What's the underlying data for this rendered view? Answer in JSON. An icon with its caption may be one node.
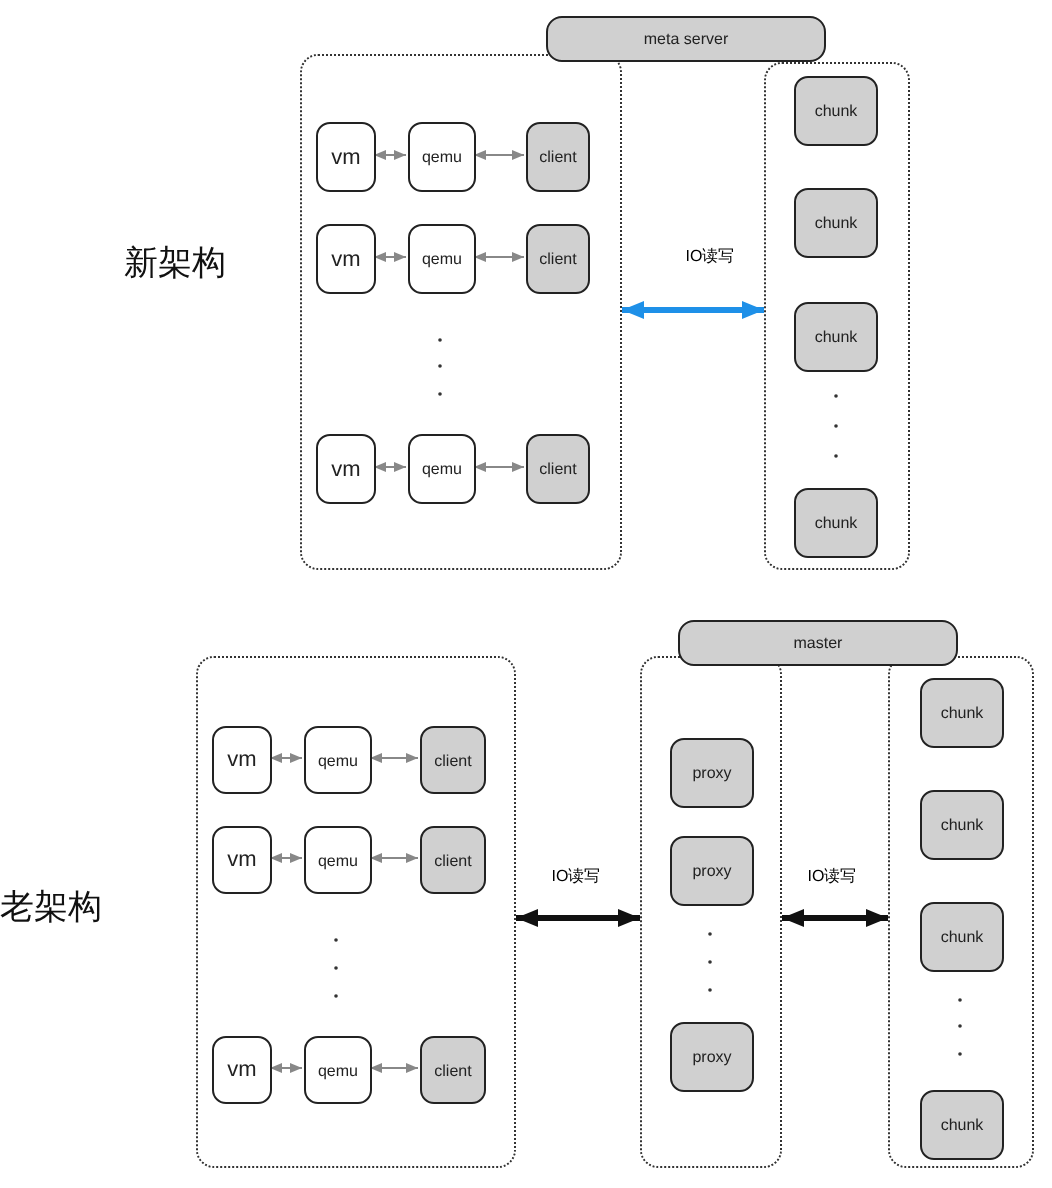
{
  "diagram": {
    "nodes": [
      {
        "text": [
          "meta server"
        ]
      },
      {
        "text": [],
        "shape": "box"
      },
      {
        "text": [
          "vm"
        ],
        "in": 1
      },
      {
        "text": [
          "qemu"
        ],
        "in": 1
      },
      {
        "text": [
          "client"
        ],
        "in": 1
      },
      {
        "text": [
          "vm"
        ],
        "in": 1
      },
      {
        "text": [
          "qemu"
        ],
        "in": 1
      },
      {
        "text": [
          "client"
        ],
        "in": 1
      },
      {
        "text": [
          "vm"
        ],
        "in": 1
      },
      {
        "text": [
          "qemu"
        ],
        "in": 1
      },
      {
        "text": [
          "client"
        ],
        "in": 1
      },
      {
        "text": [],
        "shape": "box"
      },
      {
        "text": [
          "chunk"
        ],
        "in": 11
      },
      {
        "text": [
          "chunk"
        ],
        "in": 11
      },
      {
        "text": [
          "chunk"
        ],
        "in": 11
      },
      {
        "text": [
          "chunk"
        ],
        "in": 11
      },
      {
        "text": [
          "master"
        ]
      },
      {
        "text": [],
        "shape": "box"
      },
      {
        "text": [
          "vm"
        ],
        "in": 17
      },
      {
        "text": [
          "qemu"
        ],
        "in": 17
      },
      {
        "text": [
          "client"
        ],
        "in": 17
      },
      {
        "text": [
          "vm"
        ],
        "in": 17
      },
      {
        "text": [
          "qemu"
        ],
        "in": 17
      },
      {
        "text": [
          "client"
        ],
        "in": 17
      },
      {
        "text": [
          "vm"
        ],
        "in": 17
      },
      {
        "text": [
          "qemu"
        ],
        "in": 17
      },
      {
        "text": [
          "client"
        ],
        "in": 17
      },
      {
        "text": [],
        "shape": "box"
      },
      {
        "text": [
          "proxy"
        ],
        "in": 27
      },
      {
        "text": [
          "proxy"
        ],
        "in": 27
      },
      {
        "text": [
          "proxy"
        ],
        "in": 27
      },
      {
        "text": [],
        "shape": "box"
      },
      {
        "text": [
          "chunk"
        ],
        "in": 31
      },
      {
        "text": [
          "chunk"
        ],
        "in": 31
      },
      {
        "text": [
          "chunk"
        ],
        "in": 31
      },
      {
        "text": [
          "chunk"
        ],
        "in": 31
      }
    ],
    "edges": [
      {
        "from": 2,
        "to": 3,
        "arrow": "both"
      },
      {
        "from": 3,
        "to": 4,
        "arrow": "both"
      },
      {
        "from": 5,
        "to": 6,
        "arrow": "both"
      },
      {
        "from": 6,
        "to": 7,
        "arrow": "both"
      },
      {
        "from": 8,
        "to": 9,
        "arrow": "both"
      },
      {
        "from": 9,
        "to": 10,
        "arrow": "both"
      },
      {
        "from": 1,
        "to": 11,
        "arrow": "both",
        "label": "IO读写",
        "style": "thick",
        "color": "#1e90e8"
      },
      {
        "from": 18,
        "to": 19,
        "arrow": "both"
      },
      {
        "from": 19,
        "to": 20,
        "arrow": "both"
      },
      {
        "from": 21,
        "to": 22,
        "arrow": "both"
      },
      {
        "from": 22,
        "to": 23,
        "arrow": "both"
      },
      {
        "from": 24,
        "to": 25,
        "arrow": "both"
      },
      {
        "from": 25,
        "to": 26,
        "arrow": "both"
      },
      {
        "from": 17,
        "to": 27,
        "arrow": "both",
        "label": "IO读写",
        "style": "thick",
        "color": "#111111"
      },
      {
        "from": 27,
        "to": 31,
        "arrow": "both",
        "label": "IO读写",
        "style": "thick",
        "color": "#111111"
      }
    ],
    "labels": [
      "新架构",
      "老架构"
    ]
  }
}
